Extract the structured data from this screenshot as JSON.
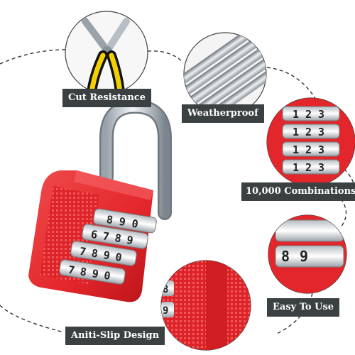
{
  "features": {
    "cut_resistance": "Cut Resistance",
    "weatherproof": "Weatherproof",
    "combinations": "10,000 Combinations",
    "easy_to_use": "Easy To Use",
    "anti_slip": "Aniti-Slip Design"
  },
  "lock": {
    "dial_rows": [
      [
        "8",
        "9",
        "0"
      ],
      [
        "6",
        "7",
        "8",
        "9"
      ],
      [
        "7",
        "8",
        "9",
        "0"
      ],
      [
        "7",
        "8",
        "9",
        "0"
      ]
    ],
    "combination_rows": [
      "123",
      "123",
      "123",
      "123"
    ],
    "easy_digits": [
      "8",
      "9"
    ],
    "anti_slip_digits": [
      "8",
      "9"
    ]
  },
  "colors": {
    "lock_red": "#e3262b",
    "label_bg": "#3b4142",
    "yellow_handle": "#f2d000"
  }
}
